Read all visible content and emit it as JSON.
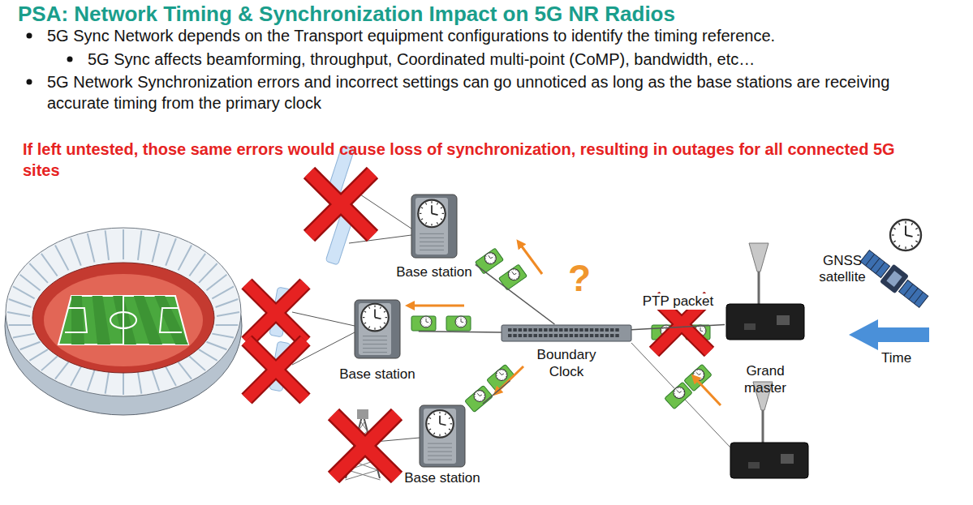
{
  "diagram": {
    "title": "PSA: Network Timing & Synchronization Impact on 5G NR Radios",
    "nodes": [
      {
        "text": [
          "Base station"
        ]
      },
      {
        "text": [
          "Base station"
        ]
      },
      {
        "text": [
          "Base station"
        ]
      },
      {
        "text": [
          "Boundary Clock"
        ]
      },
      {
        "text": [
          "Grand master"
        ]
      }
    ],
    "edges": [
      {
        "from": 3,
        "to": 0,
        "arrow": "none"
      },
      {
        "from": 3,
        "to": 1,
        "arrow": "none"
      },
      {
        "from": 3,
        "to": 2,
        "arrow": "none"
      },
      {
        "from": 4,
        "to": 3,
        "label": "PTP packet",
        "arrow": "none"
      }
    ],
    "labels": [
      "5G Sync Network depends on the Transport equipment configurations to identify the timing reference.",
      "5G Sync affects beamforming, throughput, Coordinated multi-point (CoMP), bandwidth, etc…",
      "5G Network Synchronization errors and incorrect settings can go unnoticed as long as the base stations are receiving accurate timing from the primary clock",
      "If left untested, those same errors would cause loss of synchronization, resulting in outages for all connected 5G sites",
      "?",
      "GNSS satellite",
      "Time"
    ]
  }
}
